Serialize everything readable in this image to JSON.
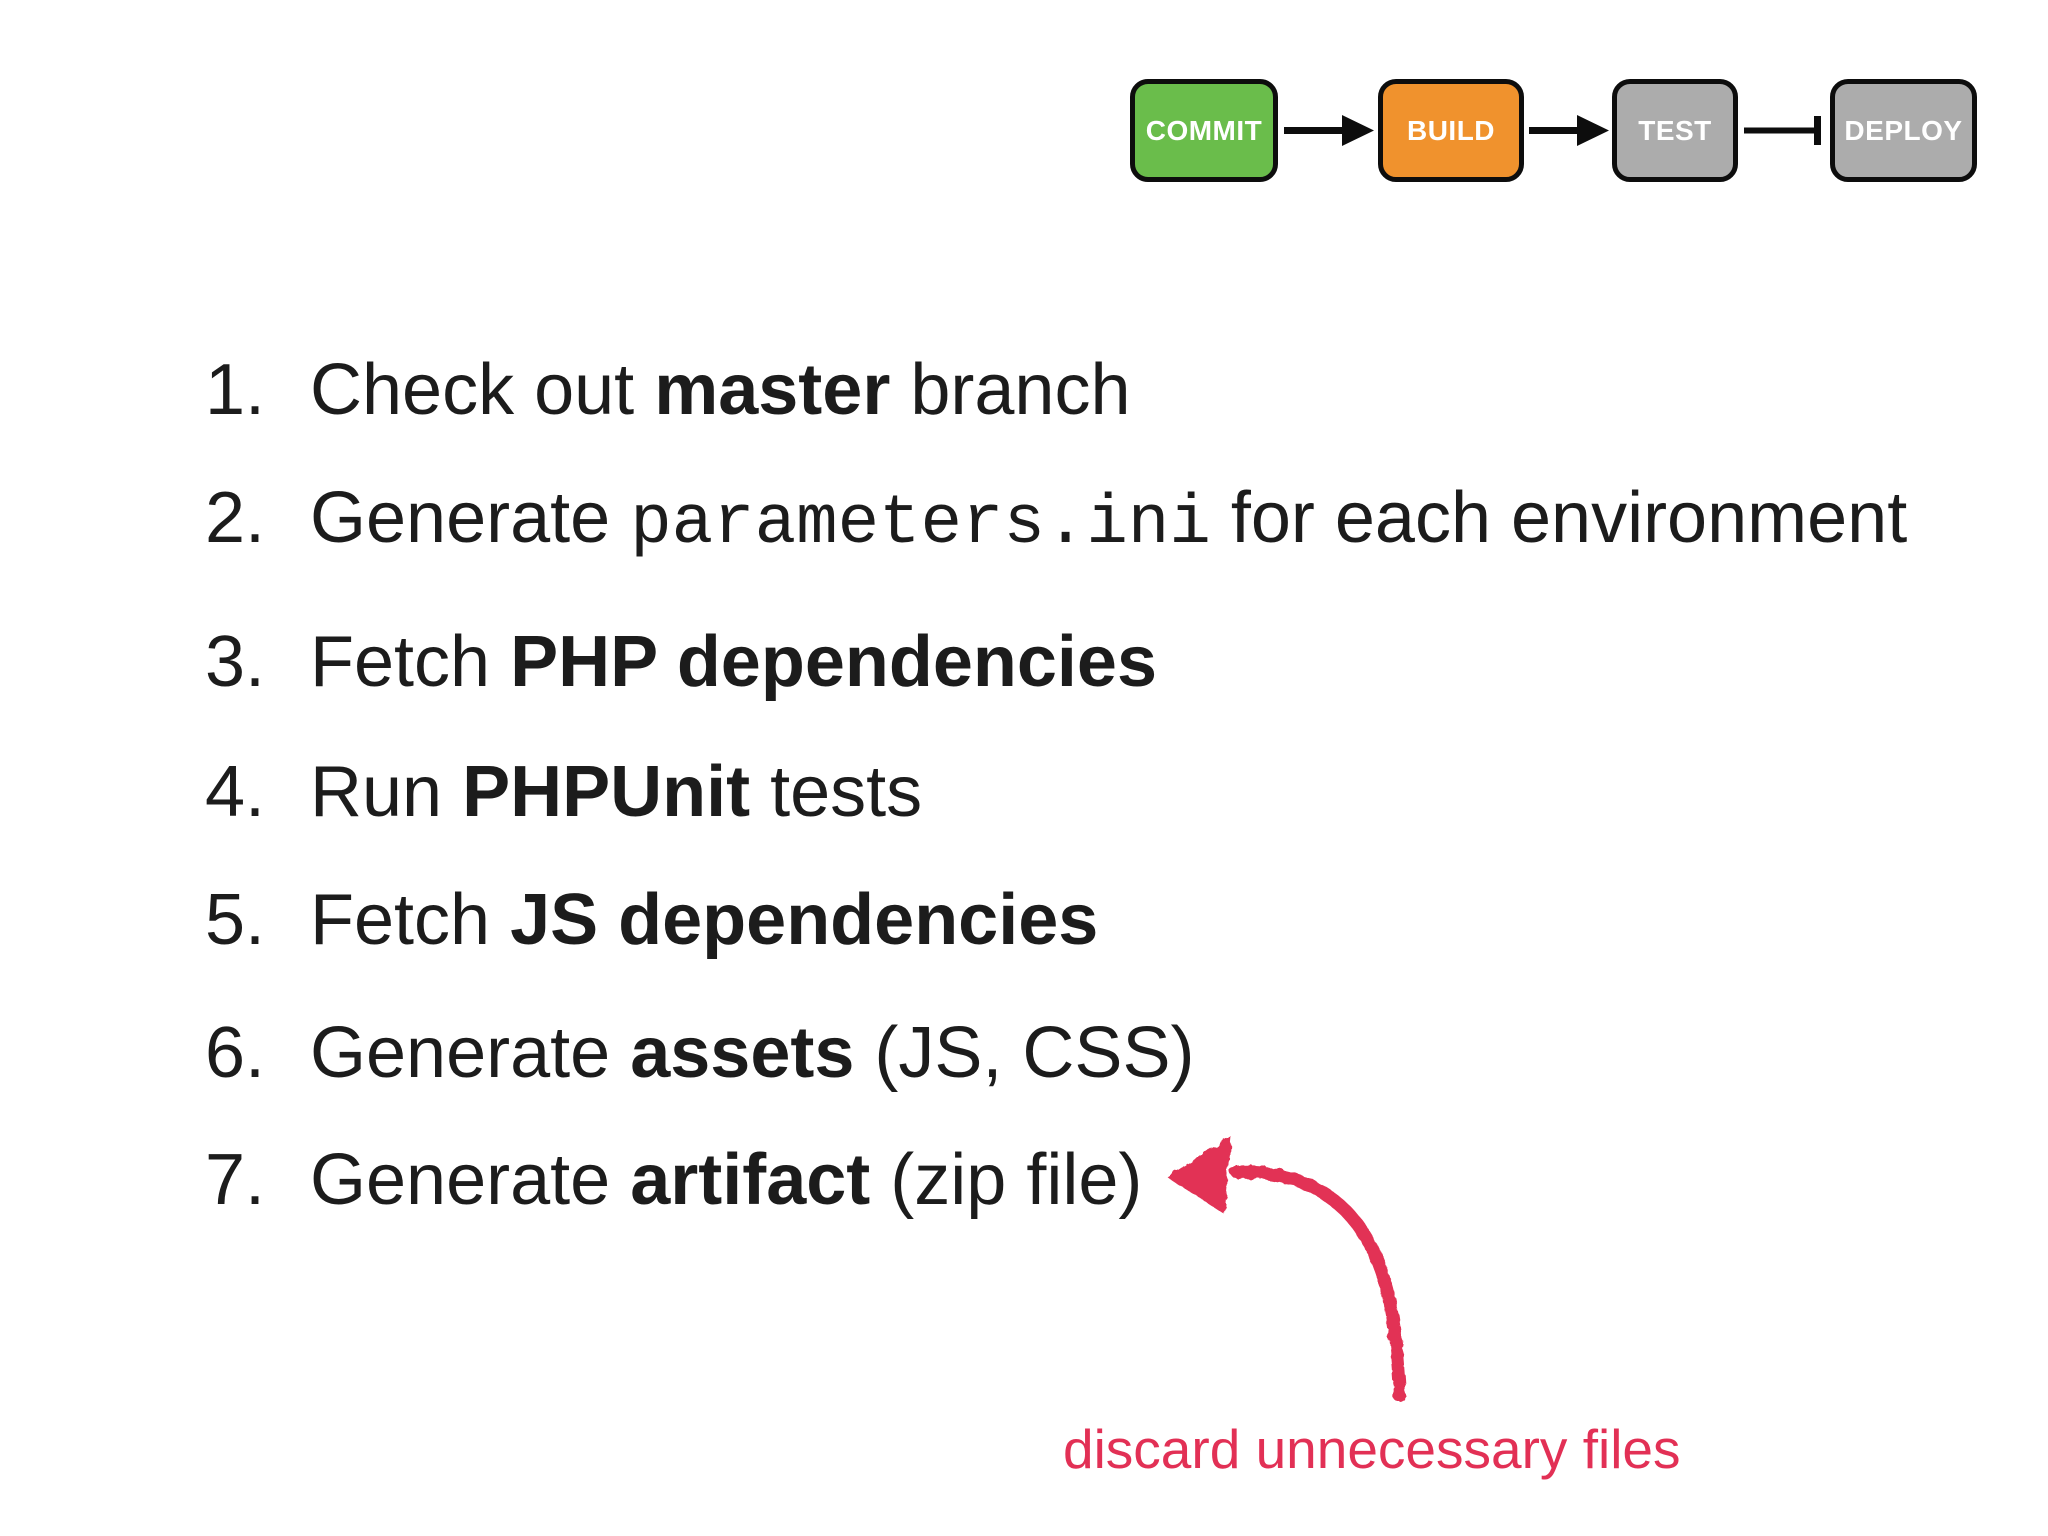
{
  "slide": {
    "background": "#ffffff"
  },
  "pipeline": {
    "stages": [
      {
        "label": "COMMIT",
        "color": "#6ABD4B"
      },
      {
        "label": "BUILD",
        "color": "#F0922D"
      },
      {
        "label": "TEST",
        "color": "#ACACAC"
      },
      {
        "label": "DEPLOY",
        "color": "#ACACAC"
      }
    ],
    "connector_icons": [
      "arrow-right",
      "arrow-right",
      "blocked-arrow"
    ]
  },
  "list": {
    "items": [
      {
        "num": "1.",
        "prefix": "Check out ",
        "emph": "master",
        "emph_style": "bold",
        "suffix": " branch"
      },
      {
        "num": "2.",
        "prefix": "Generate ",
        "emph": "parameters.ini",
        "emph_style": "mono",
        "suffix": " for each environment"
      },
      {
        "num": "3.",
        "prefix": "Fetch ",
        "emph": "PHP dependencies",
        "emph_style": "bold",
        "suffix": ""
      },
      {
        "num": "4.",
        "prefix": "Run ",
        "emph": "PHPUnit",
        "emph_style": "bold",
        "suffix": " tests"
      },
      {
        "num": "5.",
        "prefix": "Fetch ",
        "emph": "JS dependencies",
        "emph_style": "bold",
        "suffix": ""
      },
      {
        "num": "6.",
        "prefix": "Generate ",
        "emph": "assets",
        "emph_style": "bold",
        "suffix": " (JS, CSS)"
      },
      {
        "num": "7.",
        "prefix": "Generate ",
        "emph": "artifact",
        "emph_style": "bold",
        "suffix": " (zip file)"
      }
    ]
  },
  "annotation": {
    "label": "discard unnecessary files",
    "color": "#E23055",
    "arrow_icon": "curved-arrow-up-left"
  }
}
